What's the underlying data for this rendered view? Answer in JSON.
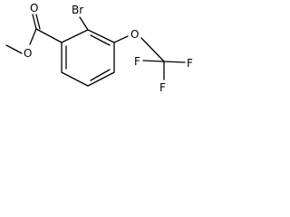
{
  "molecule": {
    "atoms": {
      "bromine": "Br",
      "carbonyl_oxygen": "O",
      "ester_oxygen": "O",
      "ether_oxygen": "O",
      "fluorine_left": "F",
      "fluorine_right": "F",
      "fluorine_bottom": "F"
    }
  },
  "colors": {
    "line": "#000000",
    "background": "#ffffff"
  }
}
